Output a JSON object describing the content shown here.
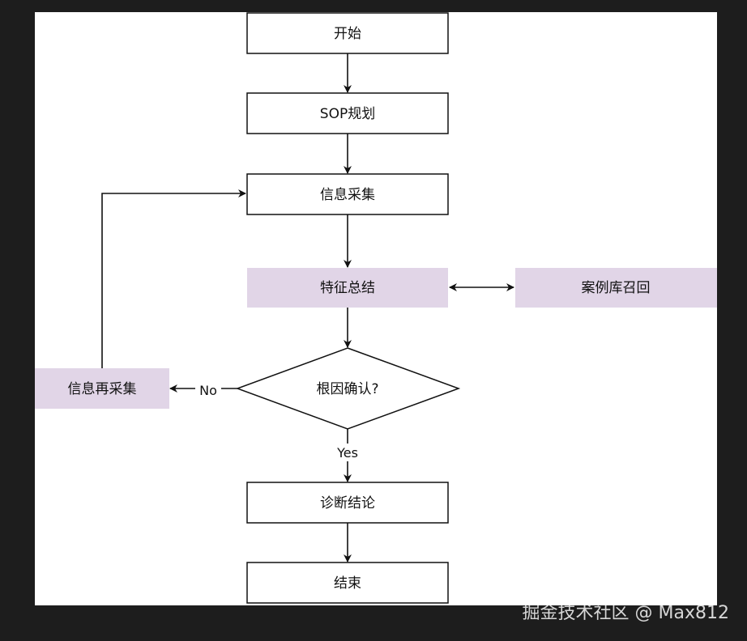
{
  "nodes": {
    "start": "开始",
    "sop_planning": "SOP规划",
    "info_collection": "信息采集",
    "feature_summary": "特征总结",
    "case_library_recall": "案例库召回",
    "root_cause_check": "根因确认?",
    "info_recollection": "信息再采集",
    "diagnosis_conclusion": "诊断结论",
    "end": "结束"
  },
  "edges": {
    "no_label": "No",
    "yes_label": "Yes"
  },
  "colors": {
    "shaded_fill": "#e1d5e7",
    "stroke": "#111111",
    "background": "#1d1d1d"
  },
  "watermark": "掘金技术社区 @ Max812"
}
